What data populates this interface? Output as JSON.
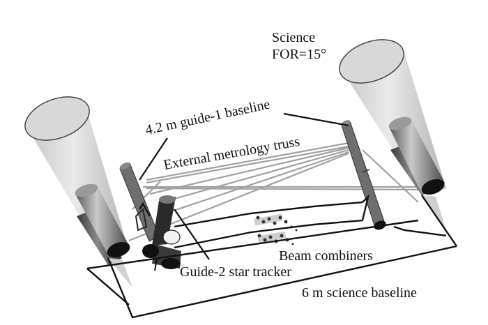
{
  "diagram": {
    "title": "Space interferometer configuration",
    "labels": {
      "science_for_line1": "Science",
      "science_for_line2": "FOR=15°",
      "guide1_baseline": "4.2 m guide-1 baseline",
      "metrology_truss": "External metrology truss",
      "beam_combiners": "Beam combiners",
      "guide2_tracker": "Guide-2 star tracker",
      "science_baseline": "6 m science baseline"
    },
    "components": [
      {
        "id": "left-science-telescope",
        "type": "telescope-with-cone"
      },
      {
        "id": "right-science-telescope",
        "type": "telescope-with-cone"
      },
      {
        "id": "left-guide1-siderostat",
        "type": "cylinder"
      },
      {
        "id": "right-guide1-siderostat",
        "type": "cylinder"
      },
      {
        "id": "guide2-star-tracker",
        "type": "tracker-assembly"
      },
      {
        "id": "beam-combiner-bench",
        "type": "optics-bench"
      },
      {
        "id": "metrology-truss",
        "type": "line-network"
      }
    ],
    "colors": {
      "line": "#111111",
      "truss": "#9a9a9a",
      "cone": "#c8c8c8",
      "cylinder": "#6e6e6e"
    }
  }
}
